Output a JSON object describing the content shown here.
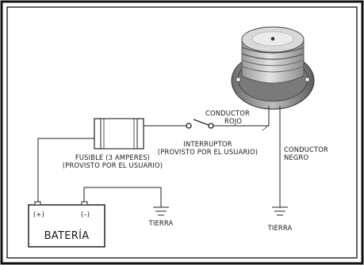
{
  "diagram": {
    "labels": {
      "conductor_red_line1": "CONDUCTOR",
      "conductor_red_line2": "ROJO",
      "switch_line1": "INTERRUPTOR",
      "switch_line2": "(PROVISTO POR EL USUARIO)",
      "fuse_line1": "FUSIBLE (3 AMPERES)",
      "fuse_line2": "(PROVISTO POR EL USUARIO)",
      "conductor_black_line1": "CONDUCTOR",
      "conductor_black_line2": "NEGRO",
      "battery_positive": "(+)",
      "battery_negative": "(–)",
      "battery_name": "BATERÍA",
      "ground_left": "TIERRA",
      "ground_right": "TIERRA"
    }
  }
}
